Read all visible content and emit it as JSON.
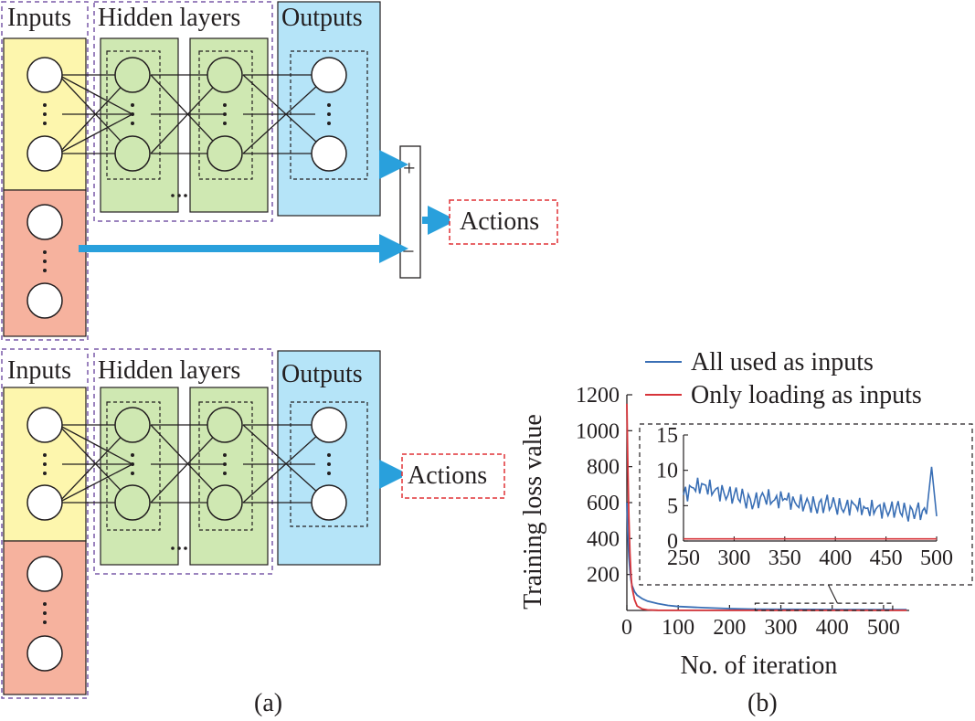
{
  "colors": {
    "input_state": "#fdf6ad",
    "input_other": "#f6b29e",
    "hidden": "#cfe8b2",
    "output": "#b5e4f8",
    "arrow": "#29a0dc",
    "dashed_purple": "#7a5aa8",
    "dashed_red": "#e03237",
    "series_all": "#3a6fb5",
    "series_loading": "#d7343a"
  },
  "diagrams": [
    {
      "inputs_label": "Inputs",
      "hidden_label": "Hidden layers",
      "outputs_label": "Outputs",
      "actions_label": "Actions",
      "plus_sign": "+",
      "minus_sign": "−"
    },
    {
      "inputs_label": "Inputs",
      "hidden_label": "Hidden layers",
      "outputs_label": "Outputs",
      "actions_label": "Actions"
    }
  ],
  "panel_labels": [
    "(a)",
    "(b)"
  ],
  "chart_data": {
    "type": "line",
    "xlabel": "No. of iteration",
    "ylabel": "Training loss value",
    "xlim": [
      0,
      550
    ],
    "ylim": [
      0,
      1200
    ],
    "x_ticks": [
      0,
      100,
      200,
      300,
      400,
      500
    ],
    "y_ticks": [
      200,
      400,
      600,
      800,
      1000,
      1200
    ],
    "legend_position": "top",
    "series": [
      {
        "name": "All used as inputs",
        "x": [
          0,
          2,
          4,
          6,
          8,
          10,
          15,
          20,
          30,
          40,
          60,
          80,
          100,
          150,
          200,
          250,
          300,
          400,
          500,
          545
        ],
        "y": [
          600,
          420,
          300,
          220,
          170,
          140,
          105,
          85,
          65,
          52,
          38,
          28,
          22,
          15,
          10,
          7,
          6,
          5,
          4,
          4
        ]
      },
      {
        "name": "Only loading as inputs",
        "x": [
          0,
          2,
          4,
          6,
          8,
          10,
          15,
          20,
          30,
          40,
          60,
          100,
          200,
          300,
          400,
          500,
          545
        ],
        "y": [
          1150,
          800,
          520,
          320,
          200,
          130,
          60,
          25,
          8,
          3,
          1,
          0.5,
          0.3,
          0.3,
          0.3,
          0.3,
          0.3
        ]
      }
    ],
    "inset": {
      "xlim": [
        250,
        500
      ],
      "ylim": [
        0,
        15
      ],
      "x_ticks": [
        250,
        300,
        350,
        400,
        450,
        500
      ],
      "y_ticks": [
        0,
        5,
        10,
        15
      ],
      "series": [
        {
          "name": "All used as inputs",
          "x": [
            250,
            260,
            270,
            280,
            290,
            300,
            310,
            320,
            330,
            340,
            350,
            360,
            370,
            380,
            390,
            400,
            410,
            420,
            430,
            440,
            450,
            460,
            470,
            480,
            490,
            495,
            500
          ],
          "y": [
            6.5,
            7.5,
            8.0,
            7.0,
            6.8,
            6.5,
            6.0,
            5.5,
            6.2,
            5.8,
            6.0,
            5.5,
            5.2,
            5.0,
            5.3,
            5.0,
            4.8,
            5.0,
            4.6,
            4.5,
            4.4,
            4.6,
            4.0,
            4.3,
            3.8,
            10.5,
            3.5
          ]
        },
        {
          "name": "Only loading as inputs",
          "x": [
            250,
            300,
            350,
            400,
            450,
            500
          ],
          "y": [
            0.3,
            0.3,
            0.3,
            0.3,
            0.3,
            0.3
          ]
        }
      ]
    }
  }
}
